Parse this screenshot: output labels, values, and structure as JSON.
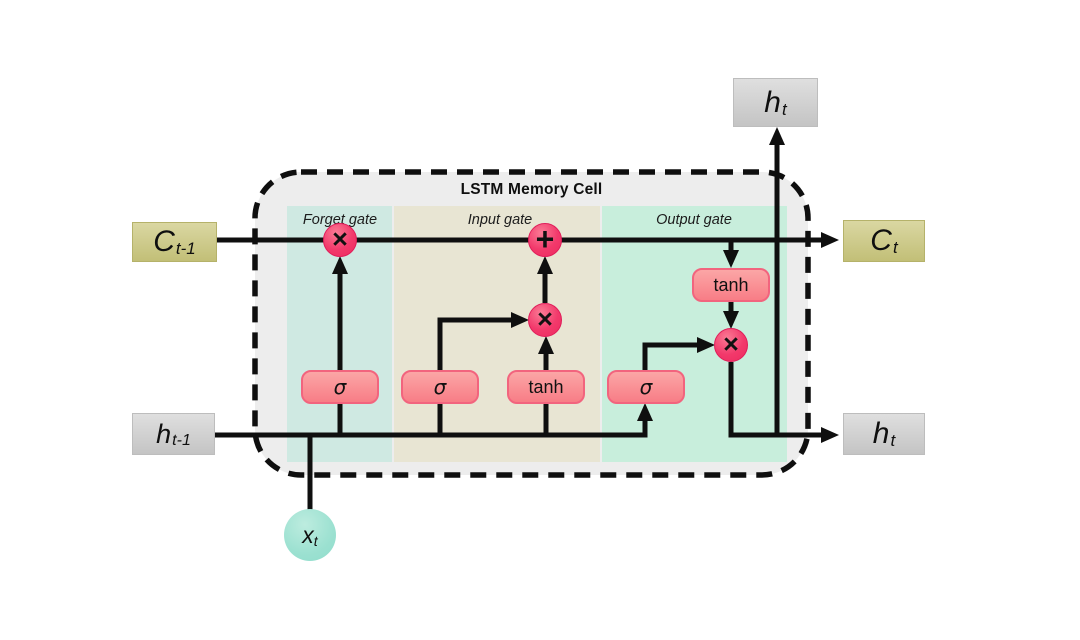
{
  "diagram": {
    "title": "LSTM Memory Cell",
    "gate_labels": {
      "forget": "Forget gate",
      "input": "Input gate",
      "output": "Output gate"
    },
    "units": {
      "forget_sigma": "σ",
      "input_sigma": "σ",
      "input_tanh": "tanh",
      "output_sigma": "σ",
      "output_tanh": "tanh"
    },
    "operators": {
      "forget_multiply": "×",
      "input_add": "+",
      "input_multiply": "×",
      "output_multiply": "×"
    },
    "io": {
      "cell_state_prev": {
        "base": "C",
        "sub": "t-1"
      },
      "cell_state_next": {
        "base": "C",
        "sub": "t"
      },
      "hidden_prev": {
        "base": "h",
        "sub": "t-1"
      },
      "hidden_next_top": {
        "base": "h",
        "sub": "t"
      },
      "hidden_next_right": {
        "base": "h",
        "sub": "t"
      },
      "input": {
        "base": "x",
        "sub": "t"
      }
    },
    "colors": {
      "cell_background": "#EDEDED",
      "forget_band": "#CFE9E2",
      "input_band": "#E8E5D3",
      "output_band": "#C8EEDC",
      "unit_fill": "#F98B90",
      "unit_border": "#F2647E",
      "operator_fill": "#EE2B61",
      "cell_state_box": "#C9C680",
      "hidden_box": "#CCCCCC",
      "input_circle": "#9CE1D1",
      "line": "#0F0F0F"
    }
  }
}
